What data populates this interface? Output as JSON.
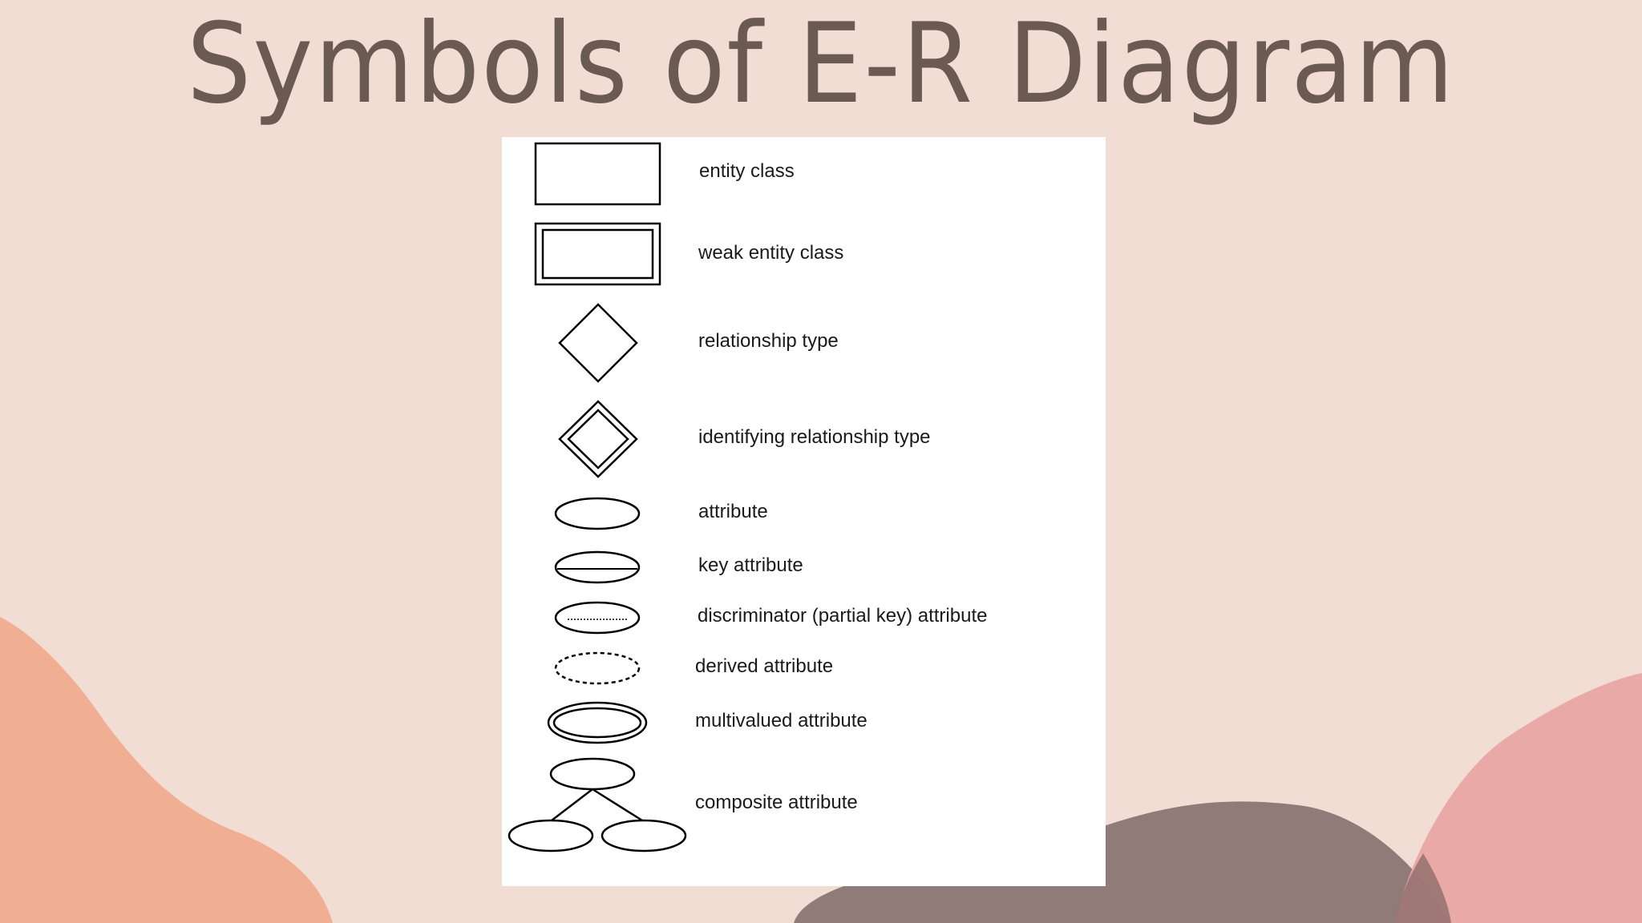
{
  "title": "Symbols of E-R Diagram",
  "colors": {
    "background": "#f2ddd5",
    "title": "#6b5a52",
    "panel": "#ffffff",
    "symbol_stroke": "#000000",
    "blob_peach": "#f0a98c",
    "blob_brown": "#7e6a66",
    "blob_pink": "#e8a3a2"
  },
  "legend": [
    {
      "symbol": "rectangle",
      "label": "entity class"
    },
    {
      "symbol": "double-rectangle",
      "label": "weak entity class"
    },
    {
      "symbol": "diamond",
      "label": "relationship type"
    },
    {
      "symbol": "double-diamond",
      "label": "identifying relationship type"
    },
    {
      "symbol": "ellipse",
      "label": "attribute"
    },
    {
      "symbol": "ellipse-with-line",
      "label": "key attribute"
    },
    {
      "symbol": "ellipse-with-dotted-line",
      "label": "discriminator (partial key) attribute"
    },
    {
      "symbol": "dashed-ellipse",
      "label": "derived attribute"
    },
    {
      "symbol": "double-ellipse",
      "label": "multivalued attribute"
    },
    {
      "symbol": "ellipse-tree",
      "label": "composite attribute"
    }
  ]
}
